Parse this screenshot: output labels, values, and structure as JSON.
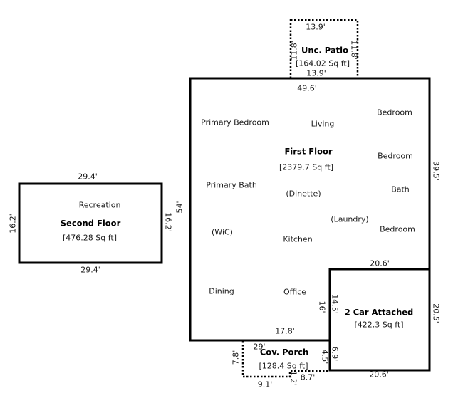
{
  "colors": {
    "wall": "#000000",
    "text": "#1a1a1a",
    "background": "#ffffff"
  },
  "unc_patio": {
    "title": "Unc. Patio",
    "area": "[164.02 Sq ft]",
    "dim_top": "13.9'",
    "dim_bottom": "13.9'",
    "dim_left": "11.8'",
    "dim_right": "11.8'"
  },
  "first_floor": {
    "title": "First Floor",
    "area": "[2379.7 Sq ft]",
    "rooms": {
      "primary_bedroom": "Primary Bedroom",
      "living": "Living",
      "bedroom1": "Bedroom",
      "bedroom2": "Bedroom",
      "bedroom3": "Bedroom",
      "primary_bath": "Primary Bath",
      "dinette": "(Dinette)",
      "bath": "Bath",
      "laundry": "(Laundry)",
      "wic": "(WiC)",
      "kitchen": "Kitchen",
      "dining": "Dining",
      "office": "Office"
    },
    "dim_top": "49.6'",
    "dim_left": "54'",
    "dim_right": "39.5'",
    "dim_bottom": "17.8'",
    "dim_interior": "16'"
  },
  "second_floor": {
    "title": "Second Floor",
    "area": "[476.28 Sq ft]",
    "room": "Recreation",
    "dim_top": "29.4'",
    "dim_bottom": "29.4'",
    "dim_left": "16.2'",
    "dim_right": "16.2'"
  },
  "garage": {
    "title": "2 Car Attached",
    "area": "[422.3 Sq ft]",
    "dim_top": "20.6'",
    "dim_bottom": "20.6'",
    "dim_right": "20.5'",
    "dim_inner_left": "14.5'",
    "dim_left_lower": "6.9'"
  },
  "cov_porch": {
    "title": "Cov. Porch",
    "area": "[128.4 Sq ft]",
    "dim_width": "29'",
    "dim_left": "7.8'",
    "dim_right": "4.5'",
    "dim_bottom_left": "9.1'",
    "dim_step": "1.2'",
    "dim_bottom_right": "8.7'"
  }
}
